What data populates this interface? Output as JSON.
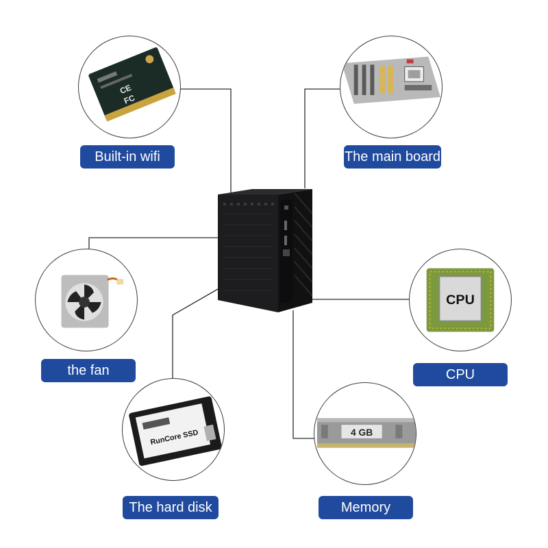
{
  "components": {
    "wifi": {
      "label": "Built-in wifi",
      "icon": "wifi-card-icon"
    },
    "mainboard": {
      "label": "The main board",
      "icon": "motherboard-icon"
    },
    "fan": {
      "label": "the fan",
      "icon": "fan-icon"
    },
    "cpu": {
      "label": "CPU",
      "icon": "cpu-chip-icon",
      "chip_text": "CPU"
    },
    "harddisk": {
      "label": "The hard disk",
      "icon": "ssd-icon",
      "drive_text": "RunCore SSD"
    },
    "memory": {
      "label": "Memory",
      "icon": "ram-stick-icon",
      "module_text": "4 GB"
    }
  },
  "center": {
    "icon": "mini-pc-case-icon"
  },
  "colors": {
    "label_bg": "#1f4a9e",
    "label_text": "#ffffff",
    "line": "#2b2b2b"
  }
}
